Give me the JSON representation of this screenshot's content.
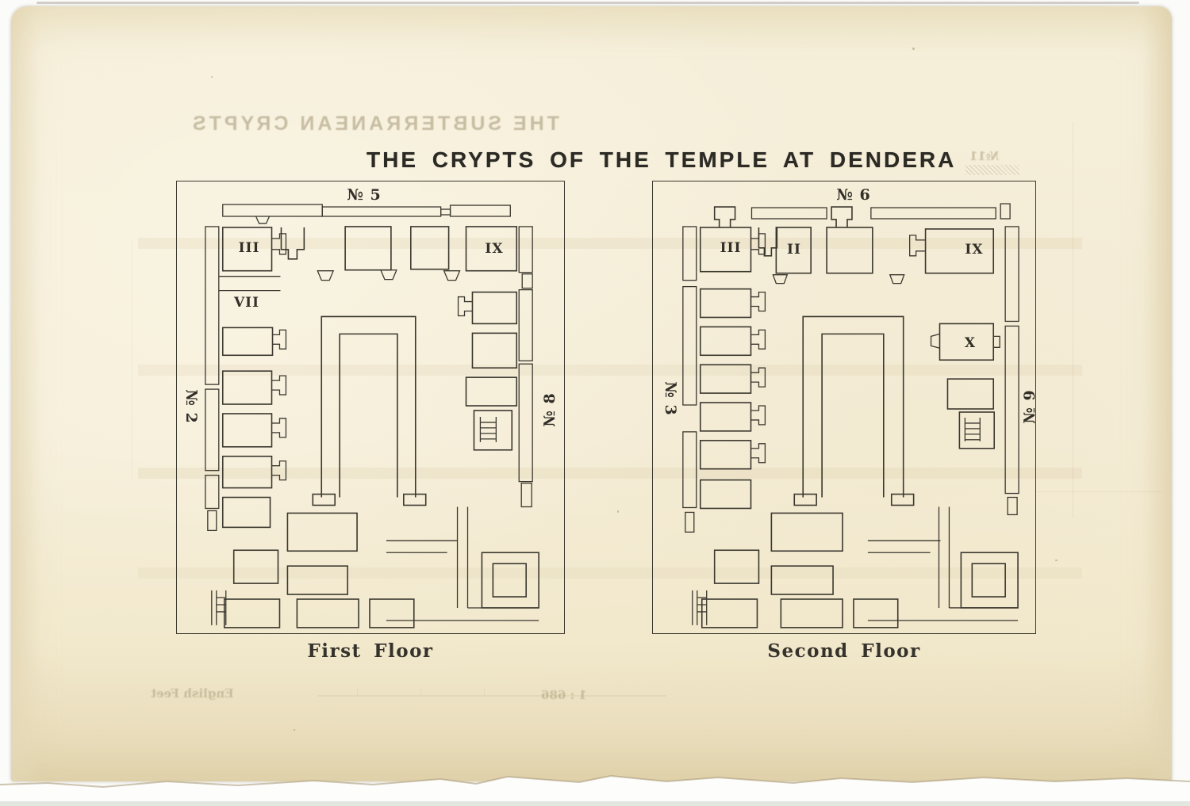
{
  "plate": {
    "title": "THE CRYPTS OF THE TEMPLE AT DENDERA"
  },
  "ghost": {
    "title": "THE SUBTERRANEAN CRYPTS",
    "corner_label": "№11",
    "scale_ratio": "1 : 686",
    "scale_units": "English Feet"
  },
  "colors": {
    "paper": "#f5eed9",
    "ink": "#3a372e",
    "ghost_ink": "#9b8e6b"
  },
  "plans": [
    {
      "caption": "First Floor",
      "crypt_top": "№ 5",
      "crypt_left": "№ 2",
      "crypt_right": "№ 8",
      "rooms": {
        "a": "III",
        "b": "VII",
        "c": "IX"
      }
    },
    {
      "caption": "Second Floor",
      "crypt_top": "№ 6",
      "crypt_left": "№ 3",
      "crypt_right": "№ 9",
      "rooms": {
        "a": "III",
        "b": "II",
        "c": "IX",
        "d": "X"
      }
    }
  ]
}
